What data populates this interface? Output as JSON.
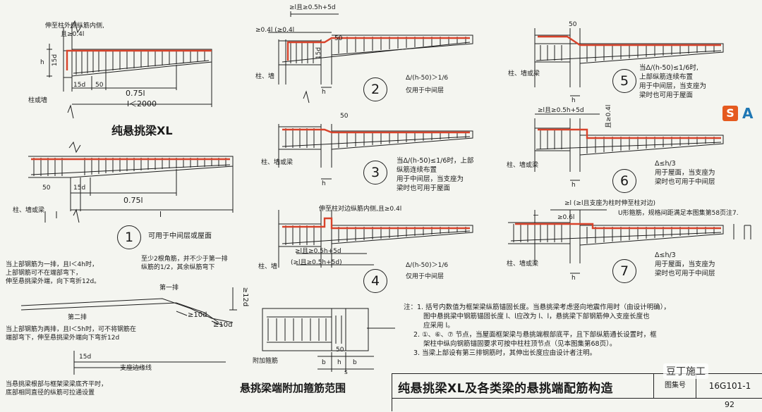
{
  "texts": {
    "xl_title": "纯悬挑梁XL",
    "d1_anchor_note_1": "伸至柱外侧纵筋内侧,",
    "d1_anchor_note_2": "且≥0.4l",
    "d1_hb": "h",
    "d1_15d": "15d",
    "d1_15d_b": "15d",
    "d1_50": "50",
    "d1_075l": "0.75l",
    "d1_l2000": "l＜2000",
    "d1_support": "柱或墙",
    "d1b_50": "50",
    "d1b_15d": "15d",
    "d1b_075l": "0.75l",
    "d1b_l": "l",
    "d1b_support": "柱、墙或梁",
    "n1_label": "1",
    "n1_desc": "可用于中间层或屋面",
    "d2_top_dim": "≥l",
    "d2_top_dim2": "且≥0.5h",
    "d2_top_dim3": "+5d",
    "d2_left_dim": "≥0.4l",
    "d2_left_dim2": "(≥0.4l",
    "d2_50": "50",
    "d2_15d": "15d",
    "d2_hc": "h",
    "d2_support": "柱、墙",
    "n2_label": "2",
    "n2_cond": "Δ",
    "n2_cond2": "/(h",
    "n2_cond3": "-50)＞1/6",
    "n2_desc": "仅用于中间层",
    "d3_50": "50",
    "d3_support": "柱、墙或梁",
    "d3_hc": "h",
    "n3_label": "3",
    "n3_note1": "当Δ",
    "n3_note1b": "/(h",
    "n3_note1c": "-50)≤1/6时，上部",
    "n3_note2": "纵筋连续布置",
    "n3_note3": "用于中间层，当支座为",
    "n3_note4": "梁时也可用于屋面",
    "d4_top": "伸至柱对边纵筋内侧,且≥0.4l",
    "d4_dim1": "≥l",
    "d4_dim1b": "且≥0.5h",
    "d4_dim1c": "+5d",
    "d4_dim2": "(≥l",
    "d4_dim2b": "且≥0.5h",
    "d4_dim2c": "+5d)",
    "d4_support": "柱、墙",
    "n4_label": "4",
    "n4_cond": "Δ",
    "n4_cond2": "/(h",
    "n4_cond3": "-50)＞1/6",
    "n4_desc": "仅用于中间层",
    "d5_50": "50",
    "d5_support": "柱、墙或梁",
    "d5_hc": "h",
    "n5_label": "5",
    "n5_note1": "当Δ",
    "n5_note1b": "/(h",
    "n5_note1c": "-50)≤1/6时,",
    "n5_note2": "上部纵筋连续布置",
    "n5_note3": "用于中间层，当支座为",
    "n5_note4": "梁时也可用于屋面",
    "d6_top": "≥l",
    "d6_top2": "且≥0.5h",
    "d6_top3": "+5d",
    "d6_vert": "且≥0.4l",
    "d6_support": "柱、墙或梁",
    "d6_hc": "h",
    "n6_label": "6",
    "n6_cond": "Δ",
    "n6_cond2": "≤h",
    "n6_cond3": "/3",
    "n6_note1": "用于屋面，当支座为",
    "n6_note2": "梁时也可用于中间层",
    "d7_top": "≥l",
    "d7_top2": "(≥l",
    "d7_top3": "且支座为柱时伸至柱对边)",
    "d7_vert": "l",
    "d7_stirrup": "U形箍筋，规格间距满足本图集第58页注7.",
    "d7_06": "≥0.6l",
    "d7_support": "柱、墙或梁",
    "d7_hc": "h",
    "n7_label": "7",
    "n7_cond": "Δ",
    "n7_cond2": "≤h",
    "n7_cond3": "/3",
    "n7_note1": "用于屋面，当支座为",
    "n7_note2": "梁时也可用于中间层",
    "bl_note1": "当上部钢筋为一排，且l＜4h",
    "bl_note1b": "时，",
    "bl_note2": "上部钢筋可不在端部弯下，",
    "bl_note3": "伸至悬挑梁外端，向下弯折12d。",
    "bl_note4": "至少2根角筋，并不少于第一排",
    "bl_note5": "纵筋的1/2，其余纵筋弯下",
    "bl_row1": "第一排",
    "bl_row2": "第二排",
    "bl_10d_1": "≥10d",
    "bl_10d_2": "≥10d",
    "bl_12d": "≥12d",
    "bl_note6": "当上部钢筋为两排，且l＜5h",
    "bl_note6b": "时，可不将钢筋在",
    "bl_note7": "端部弯下，伸至悬挑梁外端向下弯折12d",
    "bl_15d": "15d",
    "bl_edge": "支座边缘线",
    "bl_note8": "当悬挑梁根部与框架梁梁底齐平时，",
    "bl_note9": "底部相同直径的纵筋可拉通设置",
    "st_title": "悬挑梁端附加箍筋范围",
    "st_label": "附加箍筋",
    "st_50": "50",
    "st_b": "b",
    "st_h": "h",
    "st_b2": "b",
    "st_s": "s",
    "notes_1": "注：1. 括号内数值为框架梁纵筋锚固长度。当悬挑梁考虑竖向地震作用时（由设计明确），",
    "notes_1b": "图中悬挑梁中钢筋锚固长度 l",
    "notes_1c": "、l",
    "notes_1d": "应改为 l",
    "notes_1e": "、l",
    "notes_1f": "，悬挑梁下部钢筋伸入支座长度也",
    "notes_1g": "应采用 l",
    "notes_1h": "。",
    "notes_2": "2. ①、⑥、⑦ 节点，当屋面框架梁与悬挑端根部底平，且下部纵筋通长设置时，框",
    "notes_2b": "架柱中纵向钢筋锚固要求可按中柱柱顶节点（见本图集第68页）。",
    "notes_3": "3. 当梁上部设有第三排钢筋时，其伸出长度应由设计者注明。",
    "footer_title": "纯悬挑梁XL及各类梁的悬挑端配筋构造",
    "footer_label": "图集号",
    "footer_code": "16G101-1",
    "footer_page": "92",
    "watermark": "豆丁施工",
    "brand_letter": "S",
    "brand_letter2": "A"
  },
  "colors": {
    "rebar_top": "#d8432b",
    "line": "#1e1e1e",
    "paper": "#f4f5f0"
  }
}
